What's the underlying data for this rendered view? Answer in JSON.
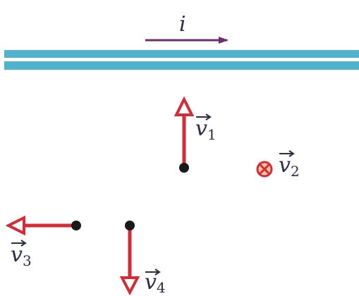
{
  "wire": {
    "current_label": "i",
    "color": "#4fb3cf",
    "current_arrow_color": "#6b2f6e"
  },
  "velocity_arrow_color": "#d62b35",
  "particle_color": "#1a1a1a",
  "label_color": "#2b2b4a",
  "velocities": [
    {
      "symbol": "v",
      "subscript": "1",
      "direction": "up"
    },
    {
      "symbol": "v",
      "subscript": "2",
      "direction": "into-page"
    },
    {
      "symbol": "v",
      "subscript": "3",
      "direction": "left"
    },
    {
      "symbol": "v",
      "subscript": "4",
      "direction": "down"
    }
  ]
}
